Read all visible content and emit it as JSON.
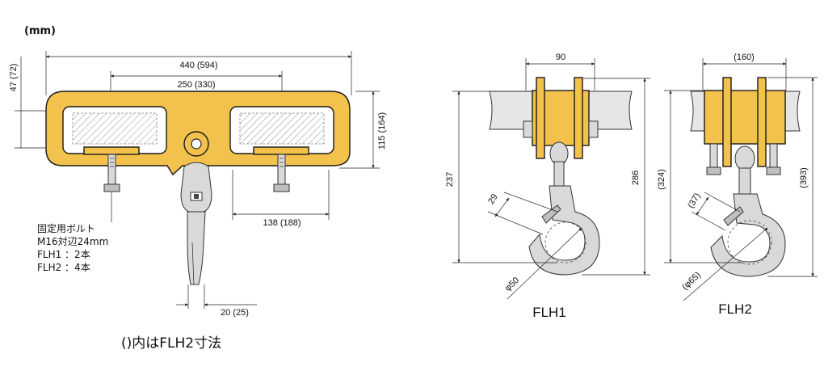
{
  "unit_label": "(mm)",
  "front_view": {
    "dim_overall_width": "440 (594)",
    "dim_inner_width": "250 (330)",
    "dim_top_height": "47 (72)",
    "dim_height": "115 (164)",
    "dim_bolt_offset": "138 (188)",
    "dim_hook_width": "20 (25)",
    "bolt_note": {
      "line1": "固定用ボルト",
      "line2": "M16対辺24mm",
      "line3": "FLH1 ：2本",
      "line4": "FLH2 ：4本"
    }
  },
  "footnote": "()内はFLH2寸法",
  "flh1": {
    "name": "FLH1",
    "dim_width": "90",
    "dim_height_left": "237",
    "dim_height_right": "286",
    "dim_hook_opening": "29",
    "dim_diameter": "φ50"
  },
  "flh2": {
    "name": "FLH2",
    "dim_width": "(160)",
    "dim_height_left": "(324)",
    "dim_height_right": "(393)",
    "dim_hook_opening": "(37)",
    "dim_diameter": "(φ65)"
  },
  "colors": {
    "body_yellow": "#f3c24c",
    "steel_gray": "#d9d9d9",
    "line": "#1a1a1a"
  }
}
